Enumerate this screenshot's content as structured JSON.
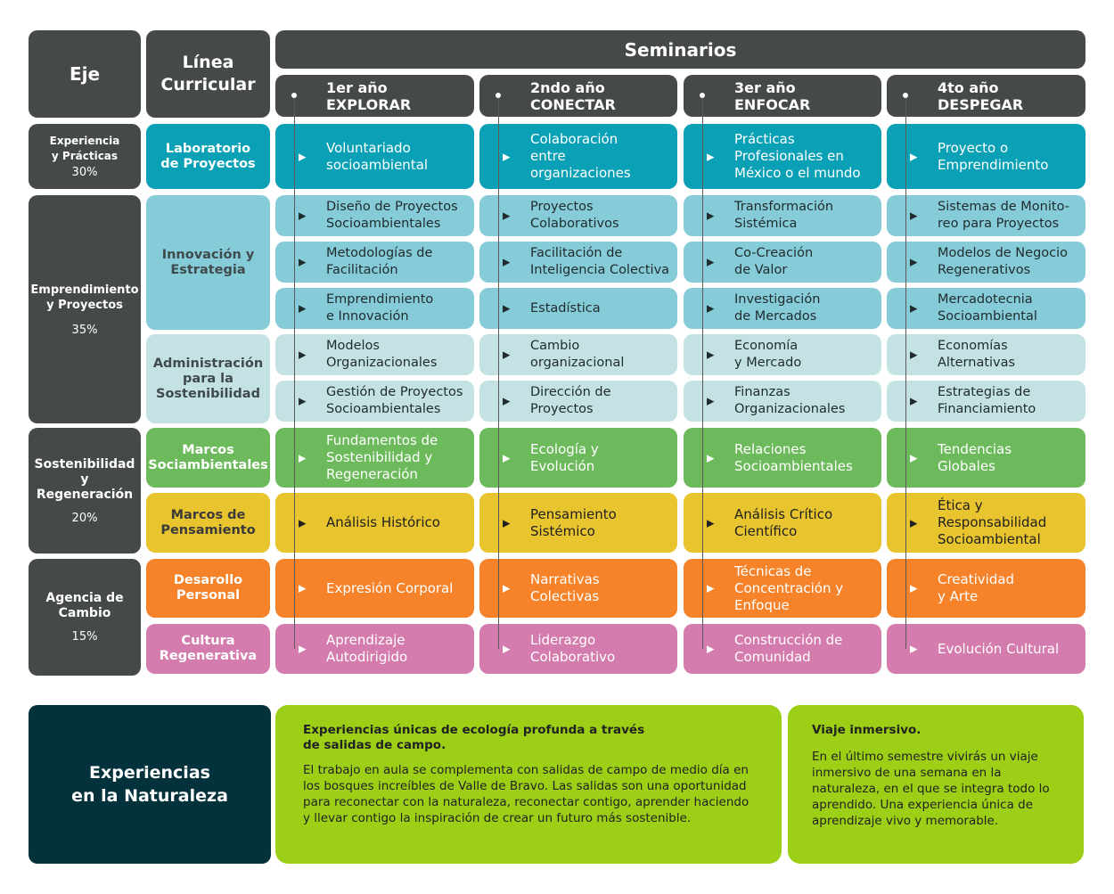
{
  "colors": {
    "dark": "#454947",
    "teal_dark": "#0aa0b5",
    "teal_mid": "#86ccd8",
    "teal_light": "#c4e2e4",
    "green": "#6dba5c",
    "yellow": "#e8c42f",
    "orange": "#f6832a",
    "pink": "#d47cad",
    "nature_dark": "#04323c",
    "nature_green": "#9ccf15"
  },
  "headers": {
    "eje": "Eje",
    "linea": "Línea\nCurricular",
    "seminarios": "Seminarios"
  },
  "years": [
    {
      "title": "1er año",
      "sub": "EXPLORAR"
    },
    {
      "title": "2ndo año",
      "sub": "CONECTAR"
    },
    {
      "title": "3er año",
      "sub": "ENFOCAR"
    },
    {
      "title": "4to año",
      "sub": "DESPEGAR"
    }
  ],
  "ejes": [
    {
      "name": "Experiencia\ny Prácticas",
      "pct": "30%"
    },
    {
      "name": "Emprendimiento\ny Proyectos",
      "pct": "35%"
    },
    {
      "name": "Sostenibilidad\ny\nRegeneración",
      "pct": "20%"
    },
    {
      "name": "Agencia de\nCambio",
      "pct": "15%"
    }
  ],
  "lineas": [
    {
      "name": "Laboratorio\nde Proyectos"
    },
    {
      "name": "Innovación y\nEstrategia"
    },
    {
      "name": "Administración\npara la\nSostenibilidad"
    },
    {
      "name": "Marcos\nSociambientales"
    },
    {
      "name": "Marcos de\nPensamiento"
    },
    {
      "name": "Desarollo\nPersonal"
    },
    {
      "name": "Cultura\nRegenerativa"
    }
  ],
  "arrow_icon": "arrow-right-icon",
  "rows": [
    [
      "Voluntariado\nsocioambiental",
      "Colaboración\nentre\norganizaciones",
      "Prácticas\nProfesionales en\nMéxico o el mundo",
      "Proyecto o\nEmprendimiento"
    ],
    [
      "Diseño de Proyectos\nSocioambientales",
      "Proyectos\nColaborativos",
      "Transformación\nSistémica",
      "Sistemas de Monito-\nreo para Proyectos"
    ],
    [
      "Metodologías de\nFacilitación",
      "Facilitación de\nInteligencia Colectiva",
      "Co-Creación\nde Valor",
      "Modelos de Negocio\nRegenerativos"
    ],
    [
      "Emprendimiento\ne Innovación",
      "Estadística",
      "Investigación\nde Mercados",
      "Mercadotecnia\nSocioambiental"
    ],
    [
      "Modelos\nOrganizacionales",
      "Cambio\norganizacional",
      "Economía\ny Mercado",
      "Economías\nAlternativas"
    ],
    [
      "Gestión de Proyectos\nSocioambientales",
      "Dirección de\nProyectos",
      "Finanzas\nOrganizacionales",
      "Estrategias de\nFinanciamiento"
    ],
    [
      "Fundamentos de\nSostenibilidad y\nRegeneración",
      "Ecología y\nEvolución",
      "Relaciones\nSocioambientales",
      "Tendencias\nGlobales"
    ],
    [
      "Análisis Histórico",
      "Pensamiento\nSistémico",
      "Análisis Crítico\nCientífico",
      "Ética y\nResponsabilidad\nSocioambiental"
    ],
    [
      "Expresión Corporal",
      "Narrativas\nColectivas",
      "Técnicas de\nConcentración y\nEnfoque",
      "Creatividad\ny Arte"
    ],
    [
      "Aprendizaje\nAutodirigido",
      "Liderazgo\nColaborativo",
      "Construcción de\nComunidad",
      "Evolución Cultural"
    ]
  ],
  "nature": {
    "title": "Experiencias\nen la Naturaleza",
    "card1_heading": "Experiencias únicas de ecología profunda a través\nde salidas de campo.",
    "card1_body": "El trabajo en aula se complementa con salidas de campo de medio día en los bosques increíbles de Valle de Bravo. Las salidas son una oportunidad para reconectar con la naturaleza, reconectar contigo, aprender haciendo y llevar contigo la inspiración de crear un futuro más sostenible.",
    "card2_heading": "Viaje inmersivo.",
    "card2_body": "En el último semestre vivirás un viaje inmersivo de una semana en la naturaleza, en el que se integra todo lo aprendido. Una experiencia única de aprendizaje vivo y memorable."
  }
}
